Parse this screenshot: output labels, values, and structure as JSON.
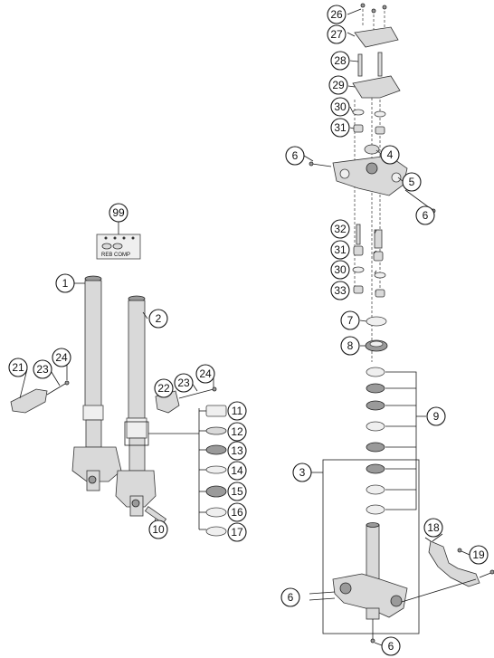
{
  "diagram": {
    "kit_label": "REB COMP",
    "callouts": {
      "c1": "1",
      "c2": "2",
      "c3": "3",
      "c4": "4",
      "c5": "5",
      "c6a": "6",
      "c6b": "6",
      "c6c": "6",
      "c6d": "6",
      "c7": "7",
      "c8": "8",
      "c9": "9",
      "c10": "10",
      "c11": "11",
      "c12": "12",
      "c13": "13",
      "c14": "14",
      "c15": "15",
      "c16": "16",
      "c17": "17",
      "c18": "18",
      "c19": "19",
      "c21": "21",
      "c22": "22",
      "c23a": "23",
      "c23b": "23",
      "c24a": "24",
      "c24b": "24",
      "c26": "26",
      "c27": "27",
      "c28": "28",
      "c29": "29",
      "c30a": "30",
      "c30b": "30",
      "c31a": "31",
      "c31b": "31",
      "c32": "32",
      "c33": "33",
      "c99": "99"
    }
  }
}
